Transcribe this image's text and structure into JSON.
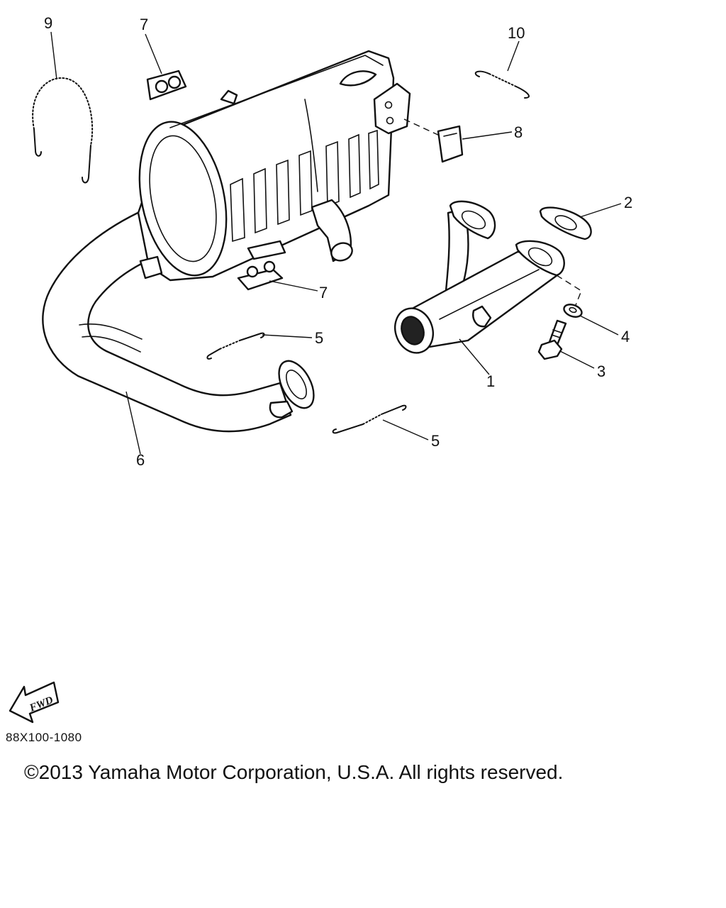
{
  "diagram": {
    "callouts": [
      "1",
      "2",
      "3",
      "4",
      "5",
      "5",
      "6",
      "7",
      "7",
      "8",
      "9",
      "10"
    ],
    "direction_marker": "FWD"
  },
  "footer": {
    "catalog_code": "88X100-1080",
    "copyright": "©2013 Yamaha Motor Corporation, U.S.A. All rights reserved."
  }
}
